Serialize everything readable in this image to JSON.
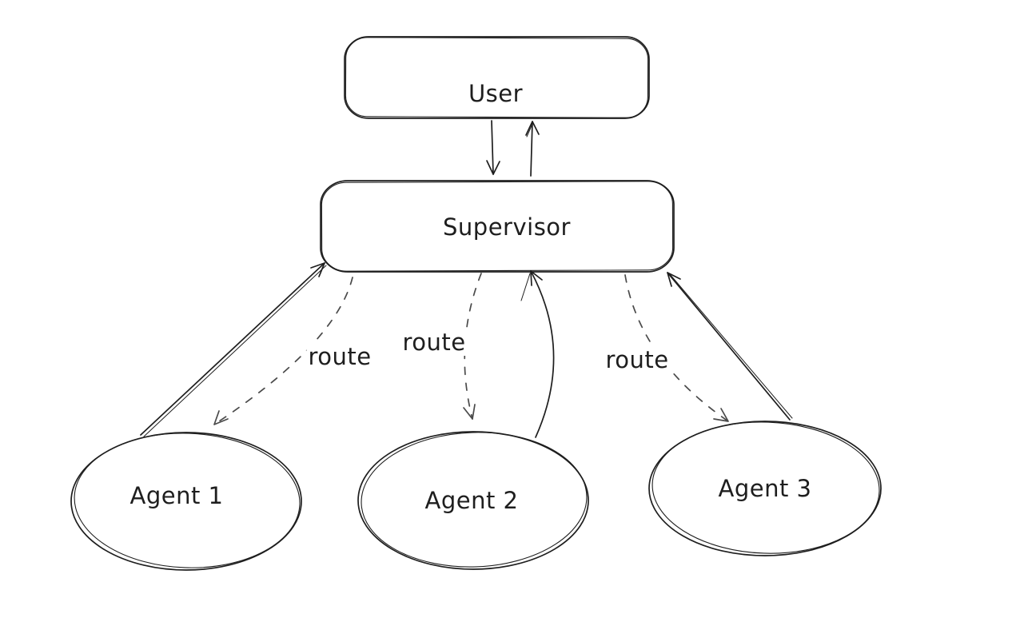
{
  "diagram": {
    "type": "flow-diagram",
    "style": "hand-drawn",
    "background_color": "#ffffff",
    "stroke_color": "#1e1e1e",
    "dashed_stroke_color": "#4a4a4a",
    "nodes": [
      {
        "id": "user",
        "label": "User",
        "shape": "rounded-rectangle"
      },
      {
        "id": "supervisor",
        "label": "Supervisor",
        "shape": "rounded-rectangle"
      },
      {
        "id": "agent1",
        "label": "Agent 1",
        "shape": "ellipse"
      },
      {
        "id": "agent2",
        "label": "Agent 2",
        "shape": "ellipse"
      },
      {
        "id": "agent3",
        "label": "Agent 3",
        "shape": "ellipse"
      }
    ],
    "edges": [
      {
        "from": "user",
        "to": "supervisor",
        "style": "solid",
        "label": ""
      },
      {
        "from": "supervisor",
        "to": "user",
        "style": "solid",
        "label": ""
      },
      {
        "from": "supervisor",
        "to": "agent1",
        "style": "dashed",
        "label": "route"
      },
      {
        "from": "agent1",
        "to": "supervisor",
        "style": "solid",
        "label": ""
      },
      {
        "from": "supervisor",
        "to": "agent2",
        "style": "dashed",
        "label": "route"
      },
      {
        "from": "agent2",
        "to": "supervisor",
        "style": "solid",
        "label": ""
      },
      {
        "from": "supervisor",
        "to": "agent3",
        "style": "dashed",
        "label": "route"
      },
      {
        "from": "agent3",
        "to": "supervisor",
        "style": "solid",
        "label": ""
      }
    ]
  }
}
